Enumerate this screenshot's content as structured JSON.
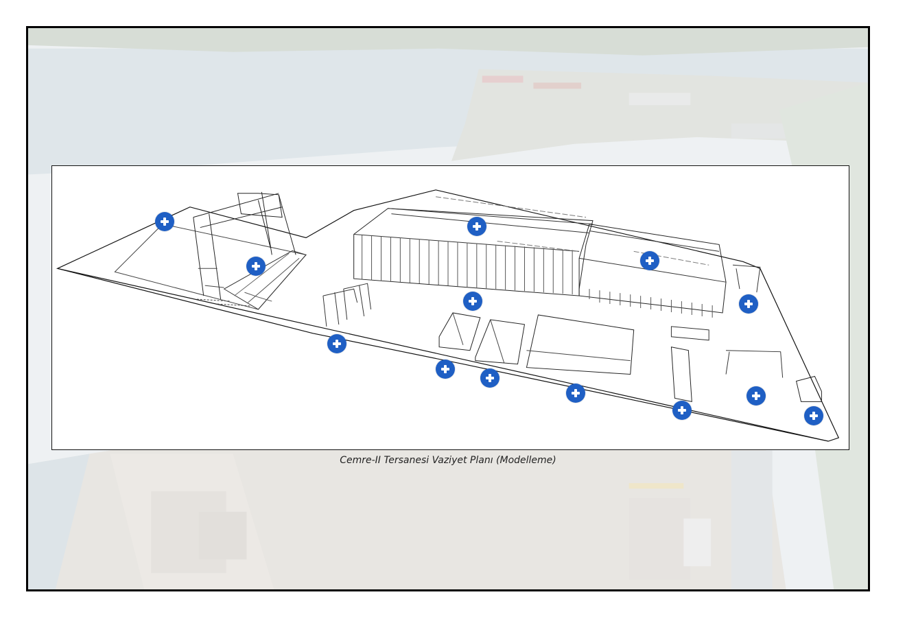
{
  "caption": "Cemre-II Tersanesi Vaziyet Planı (Modelleme)",
  "colors": {
    "hotspot": "#1f5fc4",
    "hotspot_icon": "#ffffff",
    "frame_border": "#000000"
  },
  "hotspot_icon": "plus-circle-icon",
  "hotspots": [
    {
      "id": "hotspot-1"
    },
    {
      "id": "hotspot-2"
    },
    {
      "id": "hotspot-3"
    },
    {
      "id": "hotspot-4"
    },
    {
      "id": "hotspot-5"
    },
    {
      "id": "hotspot-6"
    },
    {
      "id": "hotspot-7"
    },
    {
      "id": "hotspot-8"
    },
    {
      "id": "hotspot-9"
    },
    {
      "id": "hotspot-10"
    },
    {
      "id": "hotspot-11"
    },
    {
      "id": "hotspot-12"
    },
    {
      "id": "hotspot-13"
    },
    {
      "id": "hotspot-14"
    }
  ]
}
